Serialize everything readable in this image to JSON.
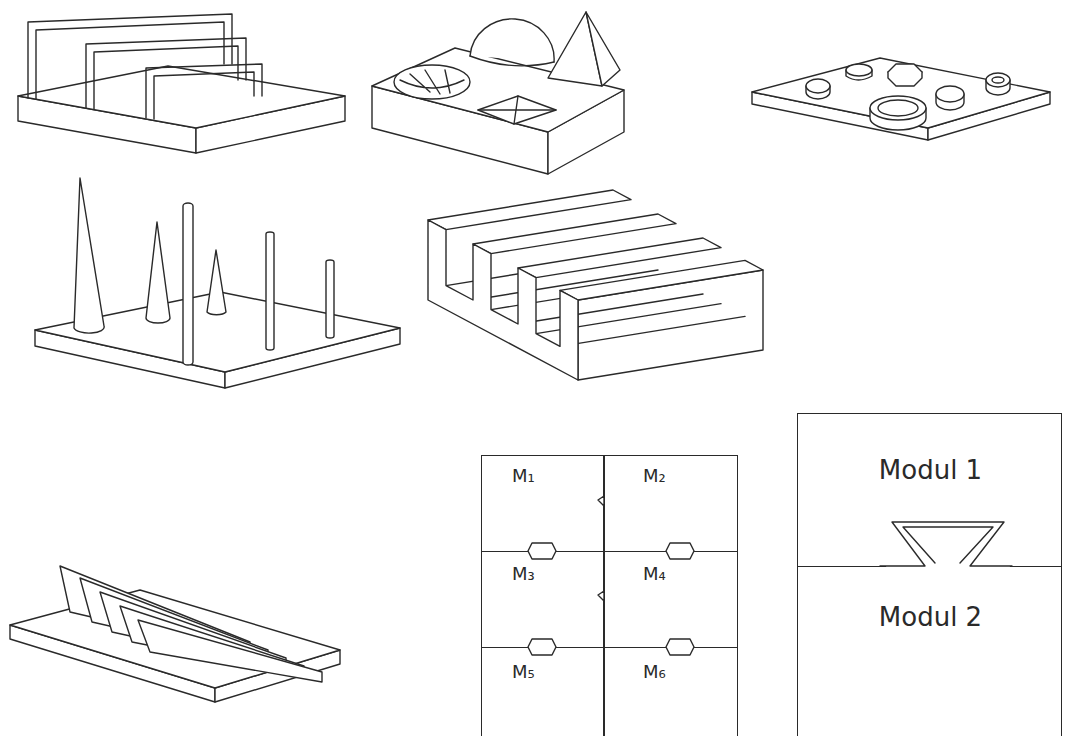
{
  "diagram": {
    "nodes": [
      {
        "text": [
          "M₁"
        ]
      },
      {
        "text": [
          "M₂"
        ]
      },
      {
        "text": [
          "M₃"
        ]
      },
      {
        "text": [
          "M₄"
        ]
      },
      {
        "text": [
          "M₅"
        ]
      },
      {
        "text": [
          "M₆"
        ]
      },
      {
        "text": [
          "Modul 1"
        ]
      },
      {
        "text": [
          "Modul 2"
        ]
      }
    ]
  }
}
